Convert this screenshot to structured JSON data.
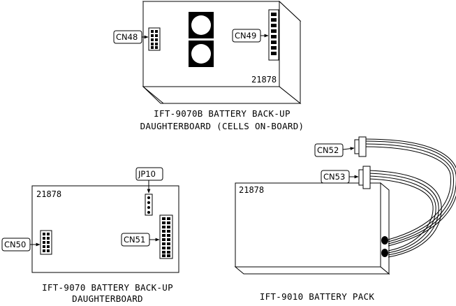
{
  "top_board": {
    "part_number": "21878",
    "connector_left": "CN48",
    "connector_right": "CN49",
    "caption_line1": "IFT-9070B BATTERY BACK-UP",
    "caption_line2": "DAUGHTERBOARD (CELLS ON-BOARD)"
  },
  "left_board": {
    "part_number": "21878",
    "jumper": "JP10",
    "connector_left": "CN50",
    "connector_right": "CN51",
    "caption_line1": "IFT-9070 BATTERY BACK-UP",
    "caption_line2": "DAUGHTERBOARD"
  },
  "battery_pack": {
    "part_number": "21878",
    "connector_top": "CN52",
    "connector_bottom": "CN53",
    "caption": "IFT-9010 BATTERY PACK"
  }
}
